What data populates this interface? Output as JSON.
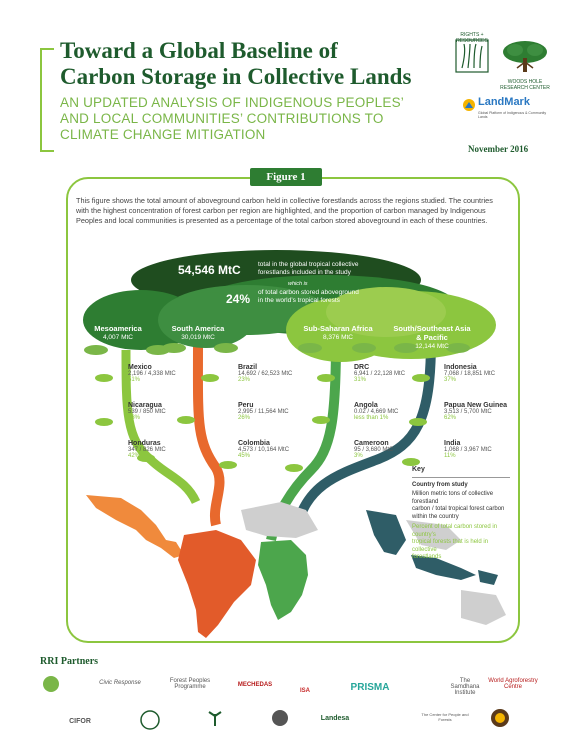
{
  "header": {
    "title_line1": "Toward a Global Baseline of",
    "title_line2": "Carbon Storage in Collective Lands",
    "subtitle_line1": "AN UPDATED ANALYSIS OF INDIGENOUS PEOPLES’",
    "subtitle_line2": "AND LOCAL COMMUNITIES’ CONTRIBUTIONS TO",
    "subtitle_line3": "CLIMATE CHANGE MITIGATION",
    "date": "November 2016"
  },
  "logos": {
    "rri_text": "RIGHTS + RESOURCES",
    "whrc_text": "WOODS HOLE RESEARCH CENTER",
    "landmark_name": "LandMark",
    "landmark_tag": "Global Platform of Indigenous & Community Lands"
  },
  "figure": {
    "label": "Figure 1",
    "intro": "This figure shows the total amount of aboveground carbon held in collective forestlands across the regions studied. The countries with the highest concentration of forest carbon per region are highlighted, and the proportion of carbon managed by Indigenous Peoples and local communities is presented as a percentage of the total carbon stored aboveground in each of these countries.",
    "total_value": "54,546 MtC",
    "total_desc_line1": "total in the global tropical collective",
    "total_desc_line2": "forestlands included in the study",
    "which_is": "which is",
    "pct_value": "24%",
    "pct_desc_line1": "of total carbon stored aboveground",
    "pct_desc_line2": "in the world’s tropical forests"
  },
  "regions": [
    {
      "name": "Mesoamerica",
      "value": "4,007 MtC",
      "color": "#8cc63f",
      "countries": [
        {
          "name": "Mexico",
          "value": "2,196 / 4,338 MtC",
          "pct": "51%"
        },
        {
          "name": "Nicaragua",
          "value": "539 / 850 MtC",
          "pct": "63%"
        },
        {
          "name": "Honduras",
          "value": "347 / 826 MtC",
          "pct": "42%"
        }
      ]
    },
    {
      "name": "South America",
      "value": "30,019 MtC",
      "color": "#e8692d",
      "countries": [
        {
          "name": "Brazil",
          "value": "14,692 / 62,523 MtC",
          "pct": "23%"
        },
        {
          "name": "Peru",
          "value": "2,995 / 11,564 MtC",
          "pct": "26%"
        },
        {
          "name": "Colombia",
          "value": "4,573 / 10,164 MtC",
          "pct": "45%"
        }
      ]
    },
    {
      "name": "Sub-Saharan Africa",
      "value": "8,376 MtC",
      "color": "#4ca64c",
      "countries": [
        {
          "name": "DRC",
          "value": "6,941 / 22,128 MtC",
          "pct": "31%"
        },
        {
          "name": "Angola",
          "value": "0.02 / 4,669 MtC",
          "pct": "less than 1%"
        },
        {
          "name": "Cameroon",
          "value": "95 / 3,680 MtC",
          "pct": "3%"
        }
      ]
    },
    {
      "name_line1": "South/Southeast Asia",
      "name_line2": "& Pacific",
      "value": "12,144 MtC",
      "color": "#2f5d67",
      "countries": [
        {
          "name": "Indonesia",
          "value": "7,068 / 18,851 MtC",
          "pct": "37%"
        },
        {
          "name": "Papua New Guinea",
          "value": "3,513 / 5,700 MtC",
          "pct": "62%"
        },
        {
          "name": "India",
          "value": "1,068 / 3,967 MtC",
          "pct": "11%"
        }
      ]
    }
  ],
  "key": {
    "title": "Key",
    "country_from_study": "Country from study",
    "line1": "Million metric tons of collective forestland",
    "line2": "carbon / total tropical forest carbon",
    "line3": "within the country",
    "pct_line1": "Percent of total carbon stored in country’s",
    "pct_line2": "tropical forests that is held in collective",
    "pct_line3": "forestlands"
  },
  "partners": {
    "title": "RRI Partners",
    "row1": [
      "Civic Response",
      "Forest Peoples Programme",
      "MECHEDAS",
      "ISA",
      "PRISMA",
      "The Samdhana Institute",
      "World Agroforestry Centre"
    ],
    "row2": [
      "CIFOR",
      "Landesa",
      "The Center for People and Forests"
    ]
  },
  "colors": {
    "dark_green": "#1e5b2d",
    "light_green": "#8cc63f",
    "orange": "#e8692d",
    "teal": "#2f5d67"
  }
}
